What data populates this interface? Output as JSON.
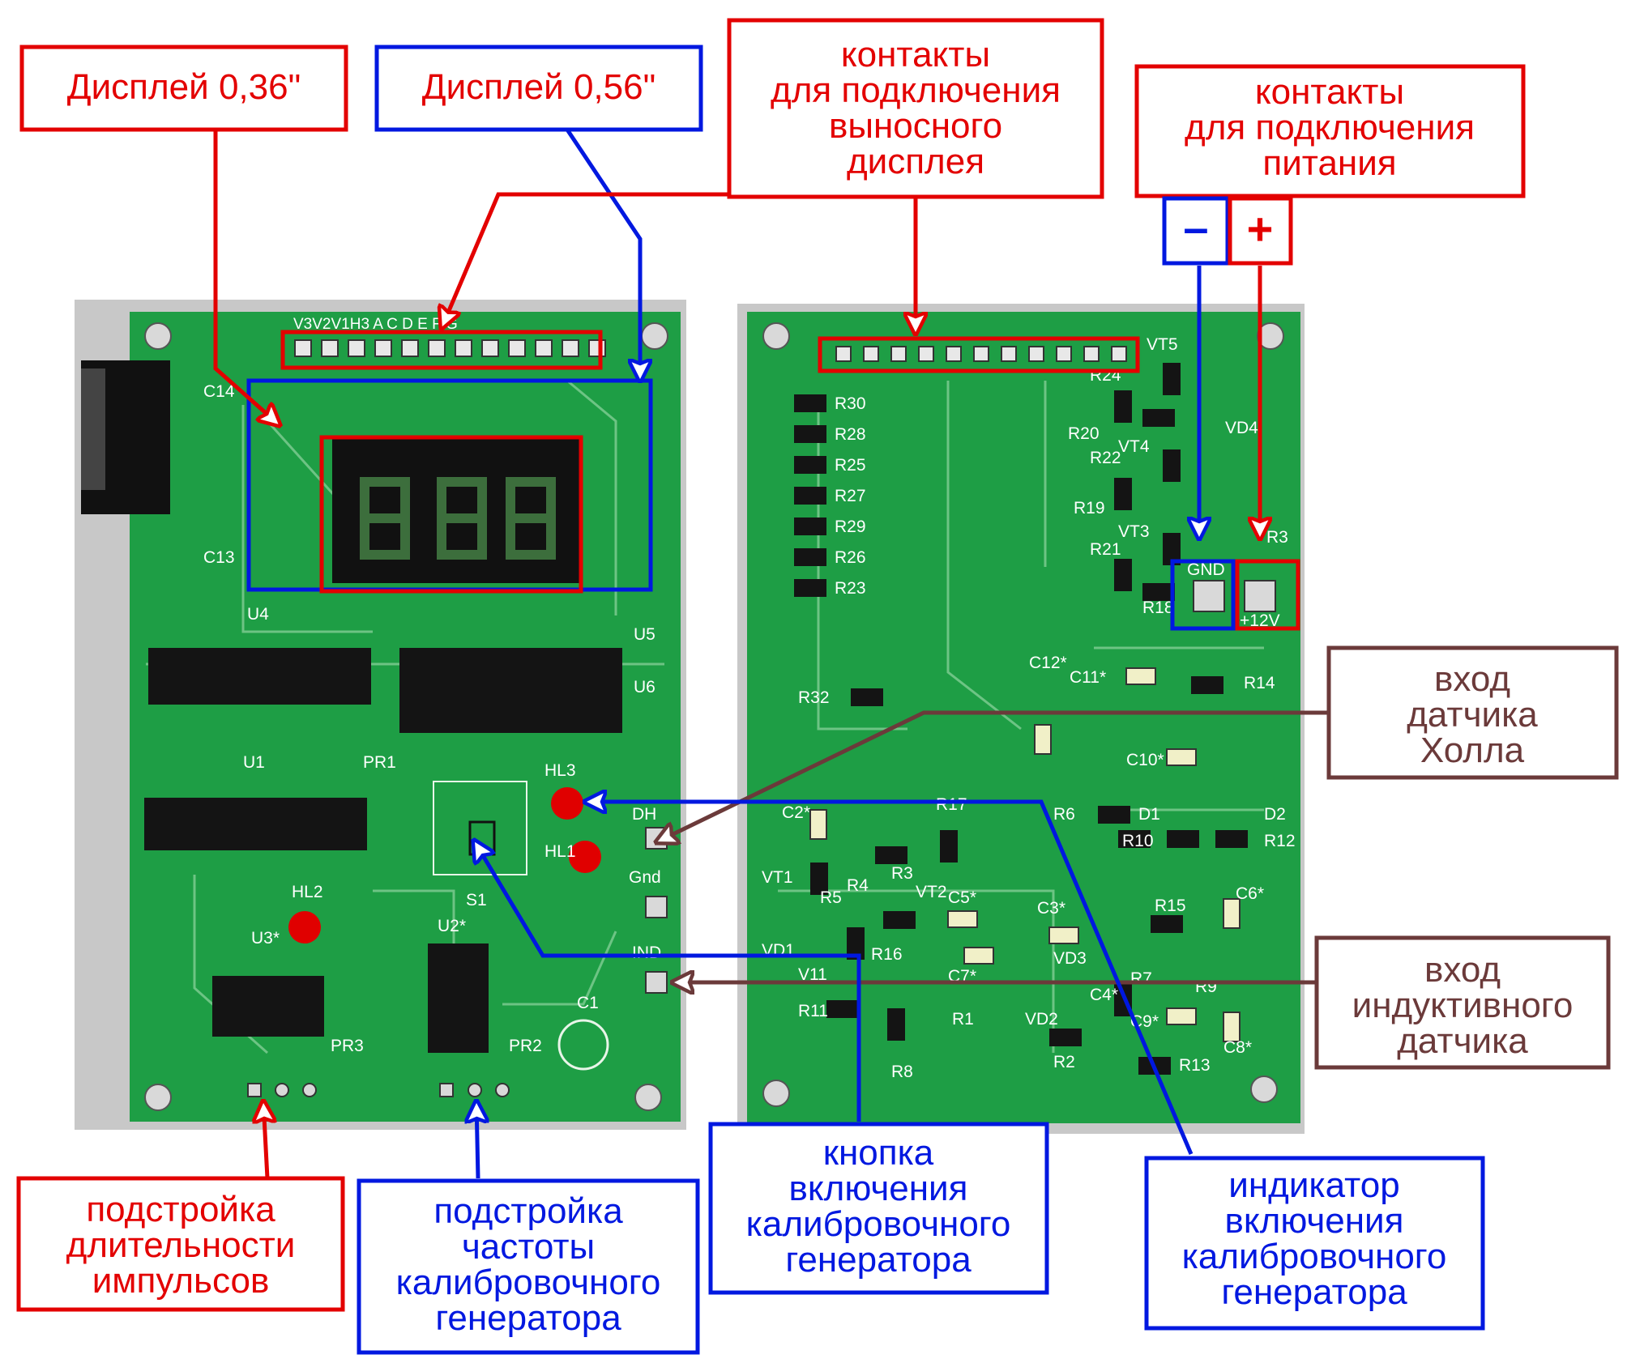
{
  "colors": {
    "pcb": "#1e9e45",
    "pcb_shadow": "#c8c8c8",
    "red_label": "#e30000",
    "blue_label": "#0018e0",
    "brown_label": "#6b3a3a",
    "silk": "#ffffff",
    "led_red": "#e00000"
  },
  "callouts": {
    "display_036": "Дисплей 0,36\"",
    "display_056": "Дисплей 0,56\"",
    "remote_display": [
      "контакты",
      "для подключения",
      "выносного",
      "дисплея"
    ],
    "power": [
      "контакты",
      "для подключения",
      "питания"
    ],
    "minus": "–",
    "plus": "+",
    "hall": [
      "вход",
      "датчика",
      "Холла"
    ],
    "inductive": [
      "вход",
      "индуктивного",
      "датчика"
    ],
    "pulse_width": [
      "подстройка",
      "длительности",
      "импульсов"
    ],
    "frequency": [
      "подстройка",
      "частоты",
      "калибровочного",
      "генератора"
    ],
    "button": [
      "кнопка",
      "включения",
      "калибровочного",
      "генератора"
    ],
    "indicator": [
      "индикатор",
      "включения",
      "калибровочного",
      "генератора"
    ]
  },
  "left_board": {
    "header_pins": "V3V2V1H3 A   C  D  E  F  G",
    "labels": [
      "C14",
      "C13",
      "U4",
      "U5",
      "U6",
      "U1",
      "PR1",
      "HL3",
      "HL1",
      "HL2",
      "U3*",
      "U2*",
      "S1",
      "C1",
      "PR3",
      "PR2",
      "DH",
      "Gnd",
      "IND"
    ]
  },
  "right_board": {
    "labels": [
      "VT5",
      "R30",
      "R28",
      "R25",
      "R27",
      "R29",
      "R26",
      "R23",
      "R24",
      "R20",
      "R22",
      "R19",
      "R21",
      "R18",
      "VT4",
      "VT3",
      "VD4",
      "GND",
      "+12V",
      "R3",
      "C11*",
      "R14",
      "R32",
      "C12*",
      "C10*",
      "R6",
      "D1",
      "D2",
      "R12",
      "R10",
      "R17",
      "C2*",
      "R3",
      "VT1",
      "R5",
      "R4",
      "VT2",
      "C5*",
      "C3*",
      "R15",
      "C6*",
      "VD1",
      "R16",
      "C7*",
      "VD3",
      "C4*",
      "R1",
      "VD2",
      "R2",
      "C9*",
      "R9",
      "C8*",
      "R7",
      "R8",
      "R13",
      "R11",
      "V11"
    ]
  }
}
